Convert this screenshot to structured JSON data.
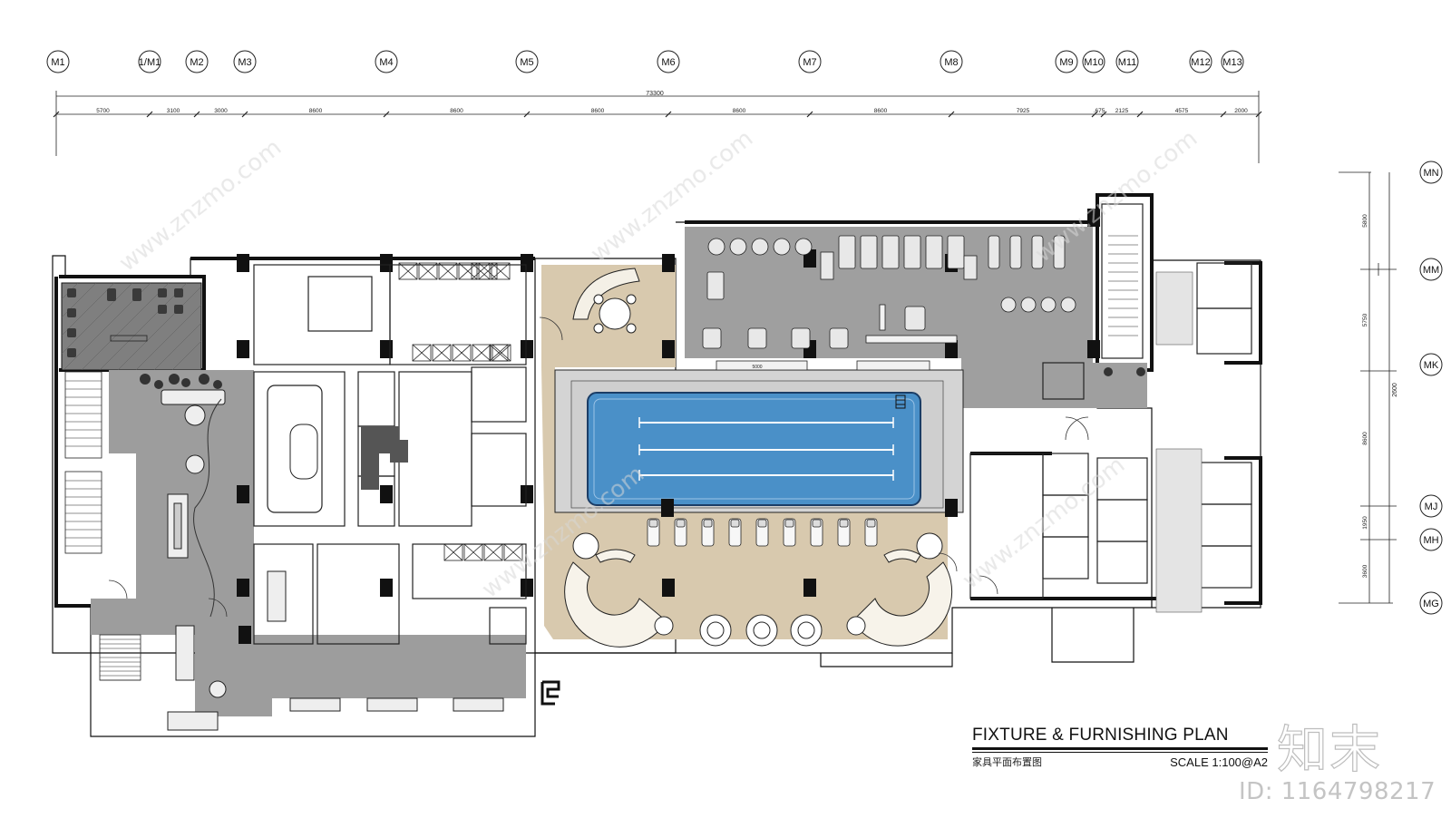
{
  "drawing": {
    "title": "FIXTURE & FURNISHING PLAN",
    "subtitle_cn": "家具平面布置图",
    "scale": "SCALE  1:100@A2",
    "watermark_brand": "知末",
    "watermark_site": "www.znzmo.com",
    "id_label": "ID: 1164798217",
    "colors": {
      "pool_water": "#4a90c8",
      "floor_grey": "#9c9c9c",
      "deck_beige": "#d8c9ae",
      "wall": "#111111"
    }
  },
  "grid_top": [
    "M1",
    "1/M1",
    "M2",
    "M3",
    "M4",
    "M5",
    "M6",
    "M7",
    "M8",
    "M9",
    "M10",
    "M11",
    "M12",
    "M13"
  ],
  "grid_right": [
    "MN",
    "MM",
    "MK",
    "MJ",
    "MH",
    "MG"
  ],
  "dims_top": {
    "overall": "73300",
    "segments": [
      "5700",
      "3100",
      "3000",
      "8600",
      "8600",
      "8600",
      "8600",
      "8600",
      "7925",
      ".675",
      "2125",
      "4575",
      "2000"
    ]
  },
  "dims_right": {
    "overall": "2600",
    "segments": [
      "5800",
      "5750",
      "8600",
      "1950",
      "3600"
    ]
  },
  "pool_label": "5000"
}
